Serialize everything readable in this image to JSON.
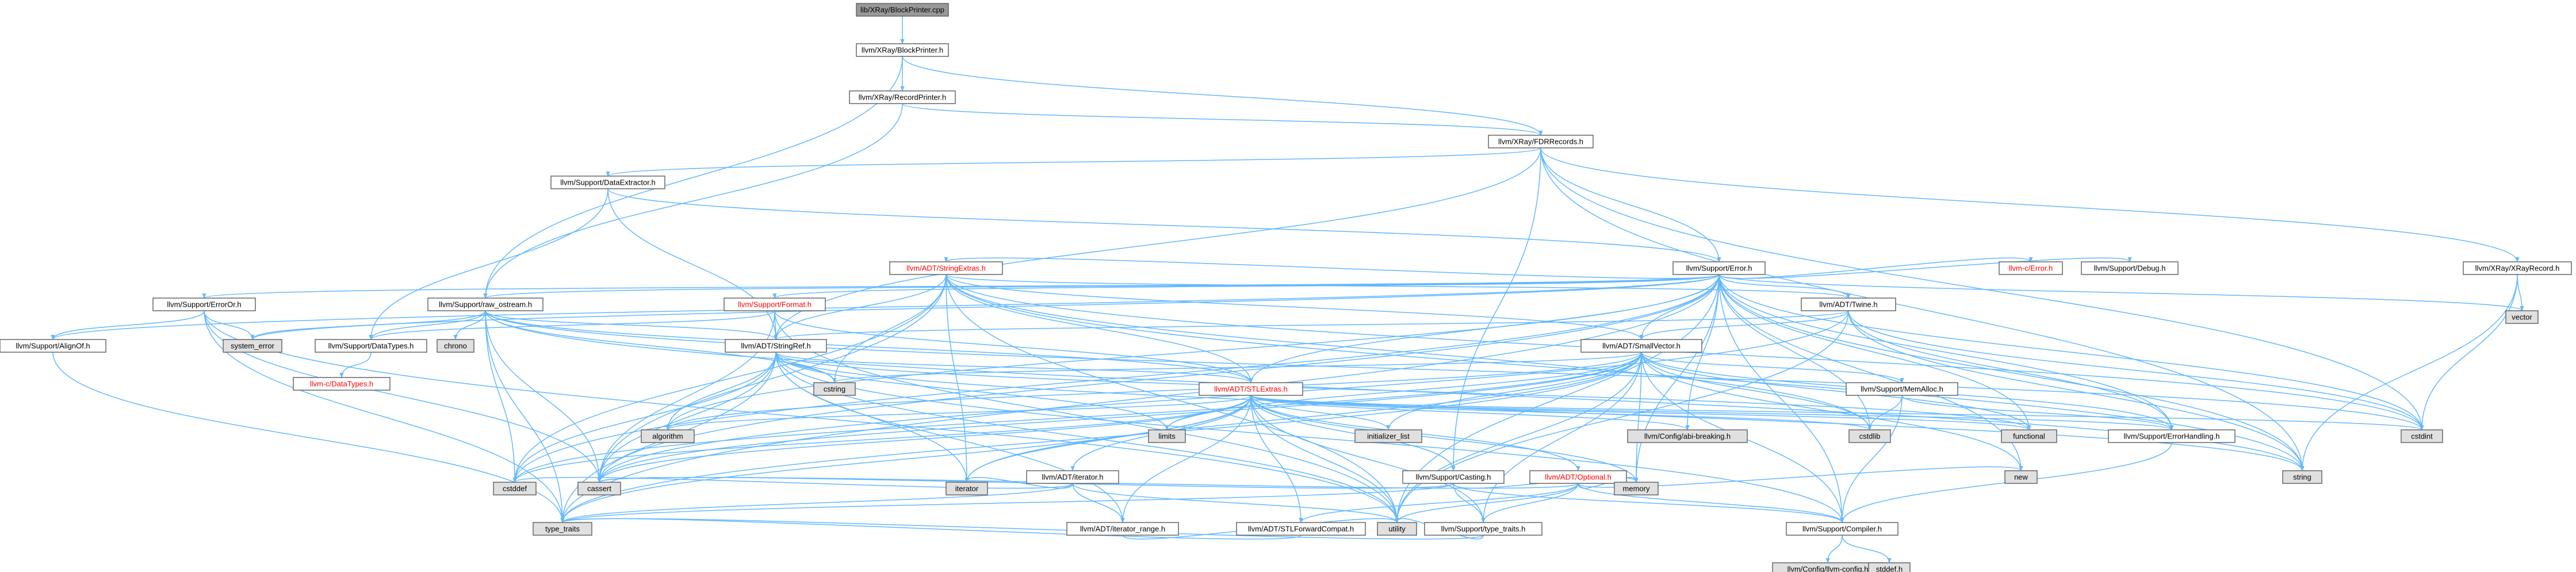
{
  "colors": {
    "edge": "#63b8ff",
    "node_fill": "#ffffff",
    "node_border": "#666666",
    "root_fill": "#999999",
    "system_fill": "#e0e0e0",
    "red_text": "#ff0000",
    "red_border": "#ff0000",
    "text": "#000000"
  },
  "nodes": [
    {
      "id": "root",
      "label": "lib/XRay/BlockPrinter.cpp",
      "style": "root"
    },
    {
      "id": "bp",
      "label": "llvm/XRay/BlockPrinter.h"
    },
    {
      "id": "rp",
      "label": "llvm/XRay/RecordPrinter.h"
    },
    {
      "id": "fdr",
      "label": "llvm/XRay/FDRRecords.h"
    },
    {
      "id": "de",
      "label": "llvm/Support/DataExtractor.h"
    },
    {
      "id": "err",
      "label": "llvm/Support/Error.h"
    },
    {
      "id": "xrr",
      "label": "llvm/XRay/XRayRecord.h"
    },
    {
      "id": "vector",
      "label": "vector",
      "style": "system"
    },
    {
      "id": "se",
      "label": "llvm/ADT/StringExtras.h",
      "style": "red"
    },
    {
      "id": "cerr",
      "label": "llvm-c/Error.h",
      "style": "red"
    },
    {
      "id": "dbg",
      "label": "llvm/Support/Debug.h"
    },
    {
      "id": "eo",
      "label": "llvm/Support/ErrorOr.h"
    },
    {
      "id": "ros",
      "label": "llvm/Support/raw_ostream.h"
    },
    {
      "id": "fmt",
      "label": "llvm/Support/Format.h",
      "style": "red"
    },
    {
      "id": "triple",
      "label": "llvm/ADT/Twine.h"
    },
    {
      "id": "align",
      "label": "llvm/Support/AlignOf.h"
    },
    {
      "id": "syserr",
      "label": "system_error",
      "style": "system"
    },
    {
      "id": "dt",
      "label": "llvm/Support/DataTypes.h"
    },
    {
      "id": "chrono",
      "label": "chrono",
      "style": "system"
    },
    {
      "id": "sr",
      "label": "llvm/ADT/StringRef.h"
    },
    {
      "id": "sv",
      "label": "llvm/ADT/SmallVector.h"
    },
    {
      "id": "cdt",
      "label": "llvm-c/DataTypes.h",
      "style": "red"
    },
    {
      "id": "cstring",
      "label": "cstring",
      "style": "system"
    },
    {
      "id": "stl",
      "label": "llvm/ADT/STLExtras.h",
      "style": "red"
    },
    {
      "id": "malloc",
      "label": "llvm/Support/MemAlloc.h"
    },
    {
      "id": "algorithm",
      "label": "algorithm",
      "style": "system"
    },
    {
      "id": "limits",
      "label": "limits",
      "style": "system"
    },
    {
      "id": "initlist",
      "label": "initializer_list",
      "style": "system"
    },
    {
      "id": "cfgbrk",
      "label": "llvm/Config/abi-breaking.h",
      "style": "system"
    },
    {
      "id": "cstdlib",
      "label": "cstdlib",
      "style": "system"
    },
    {
      "id": "functional",
      "label": "functional",
      "style": "system"
    },
    {
      "id": "cstdint",
      "label": "cstdint",
      "style": "system"
    },
    {
      "id": "errh",
      "label": "llvm/Support/ErrorHandling.h"
    },
    {
      "id": "iter",
      "label": "llvm/ADT/iterator.h"
    },
    {
      "id": "cast",
      "label": "llvm/Support/Casting.h"
    },
    {
      "id": "opt",
      "label": "llvm/ADT/Optional.h",
      "style": "red"
    },
    {
      "id": "new",
      "label": "new",
      "style": "system"
    },
    {
      "id": "string",
      "label": "string",
      "style": "system"
    },
    {
      "id": "cstddef",
      "label": "cstddef",
      "style": "system"
    },
    {
      "id": "cassert",
      "label": "cassert",
      "style": "system"
    },
    {
      "id": "iterator",
      "label": "iterator",
      "style": "system"
    },
    {
      "id": "itrange",
      "label": "llvm/ADT/iterator_range.h"
    },
    {
      "id": "stlfwd",
      "label": "llvm/ADT/STLForwardCompat.h"
    },
    {
      "id": "memory",
      "label": "memory",
      "style": "system"
    },
    {
      "id": "typetraits_h",
      "label": "llvm/Support/type_traits.h"
    },
    {
      "id": "typetraits",
      "label": "type_traits",
      "style": "system"
    },
    {
      "id": "utility",
      "label": "utility",
      "style": "system"
    },
    {
      "id": "compiler",
      "label": "llvm/Support/Compiler.h"
    },
    {
      "id": "llvmcfg",
      "label": "llvm/Config/llvm-config.h",
      "style": "system"
    },
    {
      "id": "stddef",
      "label": "stddef.h",
      "style": "system"
    }
  ],
  "edges": [
    [
      "root",
      "bp"
    ],
    [
      "bp",
      "rp"
    ],
    [
      "bp",
      "fdr"
    ],
    [
      "bp",
      "ros"
    ],
    [
      "rp",
      "fdr"
    ],
    [
      "rp",
      "ros"
    ],
    [
      "fdr",
      "de"
    ],
    [
      "fdr",
      "err"
    ],
    [
      "fdr",
      "xrr"
    ],
    [
      "fdr",
      "cast"
    ],
    [
      "fdr",
      "sr"
    ],
    [
      "fdr",
      "cstdint"
    ],
    [
      "fdr",
      "string"
    ],
    [
      "de",
      "err"
    ],
    [
      "de",
      "sr"
    ],
    [
      "de",
      "dt"
    ],
    [
      "xrr",
      "vector"
    ],
    [
      "xrr",
      "cstdint"
    ],
    [
      "xrr",
      "string"
    ],
    [
      "err",
      "se"
    ],
    [
      "err",
      "cerr"
    ],
    [
      "err",
      "dbg"
    ],
    [
      "err",
      "eo"
    ],
    [
      "err",
      "ros"
    ],
    [
      "err",
      "fmt"
    ],
    [
      "err",
      "triple"
    ],
    [
      "err",
      "align"
    ],
    [
      "err",
      "sv"
    ],
    [
      "err",
      "stl"
    ],
    [
      "err",
      "errh"
    ],
    [
      "err",
      "cfgbrk"
    ],
    [
      "err",
      "compiler"
    ],
    [
      "err",
      "cstdlib"
    ],
    [
      "err",
      "cstdint"
    ],
    [
      "err",
      "functional"
    ],
    [
      "err",
      "memory"
    ],
    [
      "err",
      "new"
    ],
    [
      "err",
      "string"
    ],
    [
      "err",
      "syserr"
    ],
    [
      "err",
      "typetraits"
    ],
    [
      "err",
      "utility"
    ],
    [
      "err",
      "cassert"
    ],
    [
      "err",
      "algorithm"
    ],
    [
      "err",
      "cstddef"
    ],
    [
      "err",
      "vector"
    ],
    [
      "se",
      "sr"
    ],
    [
      "se",
      "triple"
    ],
    [
      "se",
      "sv"
    ],
    [
      "se",
      "stl"
    ],
    [
      "se",
      "cstring"
    ],
    [
      "se",
      "iterator"
    ],
    [
      "se",
      "string"
    ],
    [
      "se",
      "utility"
    ],
    [
      "se",
      "cstdint"
    ],
    [
      "se",
      "cstddef"
    ],
    [
      "se",
      "cassert"
    ],
    [
      "se",
      "cstdlib"
    ],
    [
      "eo",
      "align"
    ],
    [
      "eo",
      "syserr"
    ],
    [
      "eo",
      "cassert"
    ],
    [
      "eo",
      "typetraits"
    ],
    [
      "eo",
      "utility"
    ],
    [
      "ros",
      "sr"
    ],
    [
      "ros",
      "dt"
    ],
    [
      "ros",
      "cassert"
    ],
    [
      "ros",
      "chrono"
    ],
    [
      "ros",
      "cstddef"
    ],
    [
      "ros",
      "cstdint"
    ],
    [
      "ros",
      "cstring"
    ],
    [
      "ros",
      "string"
    ],
    [
      "ros",
      "syserr"
    ],
    [
      "ros",
      "typetraits"
    ],
    [
      "ros",
      "stl"
    ],
    [
      "fmt",
      "sr"
    ],
    [
      "fmt",
      "stl"
    ],
    [
      "fmt",
      "dt"
    ],
    [
      "fmt",
      "cassert"
    ],
    [
      "fmt",
      "cstdio"
    ],
    [
      "fmt",
      "utility"
    ],
    [
      "triple",
      "sr"
    ],
    [
      "triple",
      "sv"
    ],
    [
      "triple",
      "errh"
    ],
    [
      "triple",
      "cassert"
    ],
    [
      "triple",
      "cstdint"
    ],
    [
      "triple",
      "string"
    ],
    [
      "triple",
      "utility"
    ],
    [
      "align",
      "typetraits"
    ],
    [
      "dt",
      "cdt"
    ],
    [
      "sr",
      "stl"
    ],
    [
      "sr",
      "compiler"
    ],
    [
      "sr",
      "algorithm"
    ],
    [
      "sr",
      "cassert"
    ],
    [
      "sr",
      "cstddef"
    ],
    [
      "sr",
      "cstring"
    ],
    [
      "sr",
      "functional"
    ],
    [
      "sr",
      "iterator"
    ],
    [
      "sr",
      "limits"
    ],
    [
      "sr",
      "string"
    ],
    [
      "sr",
      "typetraits"
    ],
    [
      "sr",
      "utility"
    ],
    [
      "sr",
      "itrange"
    ],
    [
      "sv",
      "malloc"
    ],
    [
      "sv",
      "compiler"
    ],
    [
      "sv",
      "typetraits_h"
    ],
    [
      "sv",
      "algorithm"
    ],
    [
      "sv",
      "cassert"
    ],
    [
      "sv",
      "cstddef"
    ],
    [
      "sv",
      "cstdlib"
    ],
    [
      "sv",
      "cstring"
    ],
    [
      "sv",
      "functional"
    ],
    [
      "sv",
      "initlist"
    ],
    [
      "sv",
      "iterator"
    ],
    [
      "sv",
      "limits"
    ],
    [
      "sv",
      "memory"
    ],
    [
      "sv",
      "new"
    ],
    [
      "sv",
      "typetraits"
    ],
    [
      "sv",
      "utility"
    ],
    [
      "sv",
      "errh"
    ],
    [
      "stl",
      "iter"
    ],
    [
      "stl",
      "itrange"
    ],
    [
      "stl",
      "stlfwd"
    ],
    [
      "stl",
      "cast"
    ],
    [
      "stl",
      "opt"
    ],
    [
      "stl",
      "cfgbrk"
    ],
    [
      "stl",
      "errh"
    ],
    [
      "stl",
      "algorithm"
    ],
    [
      "stl",
      "cassert"
    ],
    [
      "stl",
      "cstddef"
    ],
    [
      "stl",
      "cstdint"
    ],
    [
      "stl",
      "cstdlib"
    ],
    [
      "stl",
      "functional"
    ],
    [
      "stl",
      "initlist"
    ],
    [
      "stl",
      "iterator"
    ],
    [
      "stl",
      "limits"
    ],
    [
      "stl",
      "memory"
    ],
    [
      "stl",
      "typetraits"
    ],
    [
      "stl",
      "utility"
    ],
    [
      "stl",
      "typetraits_h"
    ],
    [
      "malloc",
      "compiler"
    ],
    [
      "malloc",
      "errh"
    ],
    [
      "malloc",
      "cstdlib"
    ],
    [
      "iter",
      "itrange"
    ],
    [
      "iter",
      "cstddef"
    ],
    [
      "iter",
      "iterator"
    ],
    [
      "iter",
      "typetraits"
    ],
    [
      "iter",
      "utility"
    ],
    [
      "cast",
      "typetraits_h"
    ],
    [
      "cast",
      "compiler"
    ],
    [
      "cast",
      "cassert"
    ],
    [
      "cast",
      "memory"
    ],
    [
      "cast",
      "typetraits"
    ],
    [
      "opt",
      "compiler"
    ],
    [
      "opt",
      "typetraits_h"
    ],
    [
      "opt",
      "stlfwd"
    ],
    [
      "opt",
      "cassert"
    ],
    [
      "opt",
      "memory"
    ],
    [
      "opt",
      "new"
    ],
    [
      "opt",
      "utility"
    ],
    [
      "itrange",
      "utility"
    ],
    [
      "stlfwd",
      "typetraits"
    ],
    [
      "typetraits_h",
      "typetraits"
    ],
    [
      "typetraits_h",
      "utility"
    ],
    [
      "errh",
      "compiler"
    ],
    [
      "compiler",
      "llvmcfg"
    ],
    [
      "compiler",
      "stddef"
    ]
  ]
}
